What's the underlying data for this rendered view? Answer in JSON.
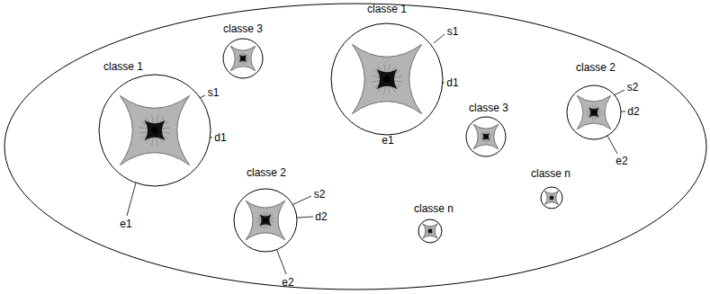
{
  "diagram": {
    "nodes": [
      {
        "text": [
          "classe 1"
        ]
      },
      {
        "text": [
          "classe 3"
        ]
      },
      {
        "text": [
          "classe 1"
        ]
      },
      {
        "text": [
          "classe 2"
        ]
      },
      {
        "text": [
          "classe 3"
        ]
      },
      {
        "text": [
          "classe 2"
        ]
      },
      {
        "text": [
          "classe n"
        ]
      },
      {
        "text": [
          "classe n"
        ]
      }
    ],
    "labels": [
      "s1",
      "d1",
      "s1",
      "s2",
      "d2",
      "d1",
      "e1",
      "e2",
      "s2",
      "d2",
      "e1",
      "e2"
    ]
  }
}
